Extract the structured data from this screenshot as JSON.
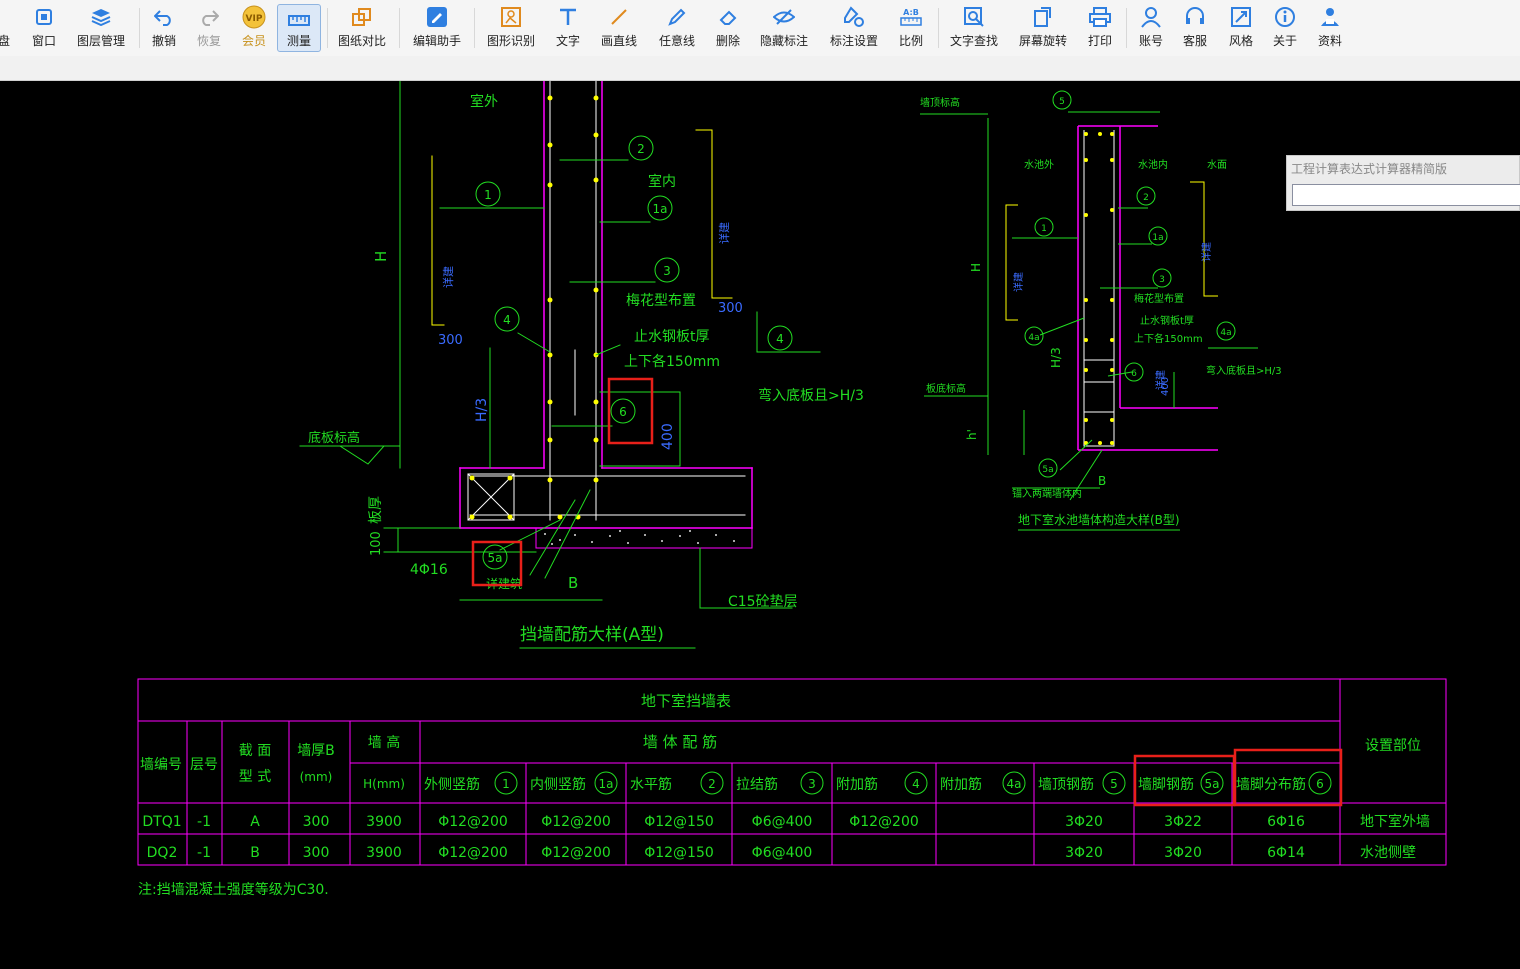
{
  "toolbar": {
    "items": [
      {
        "label": "盘",
        "icon": "disk-icon"
      },
      {
        "label": "窗口",
        "icon": "window-icon"
      },
      {
        "label": "图层管理",
        "icon": "layers-icon"
      },
      {
        "label": "撤销",
        "icon": "undo-icon"
      },
      {
        "label": "恢复",
        "icon": "redo-icon"
      },
      {
        "label": "会员",
        "icon": "vip-icon"
      },
      {
        "label": "测量",
        "icon": "measure-icon"
      },
      {
        "label": "图纸对比",
        "icon": "compare-icon"
      },
      {
        "label": "编辑助手",
        "icon": "edit-assistant-icon"
      },
      {
        "label": "图形识别",
        "icon": "shape-recognize-icon"
      },
      {
        "label": "文字",
        "icon": "text-icon"
      },
      {
        "label": "画直线",
        "icon": "line-icon"
      },
      {
        "label": "任意线",
        "icon": "freehand-icon"
      },
      {
        "label": "删除",
        "icon": "eraser-icon"
      },
      {
        "label": "隐藏标注",
        "icon": "hide-mark-icon"
      },
      {
        "label": "标注设置",
        "icon": "mark-settings-icon"
      },
      {
        "label": "比例",
        "icon": "scale-icon"
      },
      {
        "label": "文字查找",
        "icon": "text-search-icon"
      },
      {
        "label": "屏幕旋转",
        "icon": "rotate-screen-icon"
      },
      {
        "label": "打印",
        "icon": "print-icon"
      },
      {
        "label": "账号",
        "icon": "account-icon"
      },
      {
        "label": "客服",
        "icon": "headset-icon"
      },
      {
        "label": "风格",
        "icon": "style-icon"
      },
      {
        "label": "关于",
        "icon": "info-icon"
      },
      {
        "label": "资料",
        "icon": "materials-icon"
      }
    ],
    "vip_badge": "VIP",
    "scale_badge_top": "A:B",
    "active": "测量",
    "accent": "#2f7fe0"
  },
  "calculator": {
    "title": "工程计算表达式计算器精简版",
    "value": ""
  },
  "drawing_a": {
    "labels": {
      "outside": "室外",
      "inside": "室内",
      "plum": "梅花型布置",
      "waterstop1": "止水钢板t厚",
      "waterstop2": "上下各150mm",
      "bend": "弯入底板且>H/3",
      "floor_elev": "底板标高",
      "slab": "板厚",
      "bars": "4Φ16",
      "cushion": "C15砼垫层",
      "title": "挡墙配筋大样(A型)",
      "h": "H",
      "h3": "H/3",
      "d400": "400",
      "d300a": "300",
      "d300b": "300",
      "d100": "100",
      "b": "B",
      "scrap1": "详建筑",
      "scrap2": "详建",
      "scrap3": "详建"
    },
    "circles": [
      "1",
      "2",
      "1a",
      "3",
      "4",
      "4",
      "6",
      "5a"
    ]
  },
  "drawing_b": {
    "labels": {
      "top_elev": "墙顶标高",
      "water_outside": "水池外",
      "water_inside": "水池内",
      "water_surface": "水面",
      "plum": "梅花型布置",
      "waterstop1": "止水钢板t厚",
      "waterstop2": "上下各150mm",
      "bend": "弯入底板且>H/3",
      "base_elev": "板底标高",
      "anchor": "锚入两端墙体内",
      "title": "地下室水池墙体构造大样(B型)",
      "h": "H",
      "h3": "H/3",
      "hp": "h'",
      "d400": "400",
      "b": "B",
      "side1": "详建",
      "side2": "详建",
      "side3": "详建"
    },
    "circles": [
      "5",
      "2",
      "1",
      "1a",
      "3",
      "4a",
      "4a",
      "6",
      "5a"
    ]
  },
  "table": {
    "title": "地下室挡墙表",
    "headers": {
      "wall_no": "墙编号",
      "floor": "层号",
      "section1": "截 面",
      "section2": "型 式",
      "thick1": "墙厚B",
      "thick2": "(mm)",
      "height1": "墙 高",
      "height2": "H(mm)",
      "rebar": "墙 体 配 筋",
      "location": "设置部位"
    },
    "sub_headers": [
      {
        "label": "外侧竖筋",
        "circle": "1"
      },
      {
        "label": "内侧竖筋",
        "circle": "1a"
      },
      {
        "label": "水平筋",
        "circle": "2"
      },
      {
        "label": "拉结筋",
        "circle": "3"
      },
      {
        "label": "附加筋",
        "circle": "4"
      },
      {
        "label": "附加筋",
        "circle": "4a"
      },
      {
        "label": "墙顶钢筋",
        "circle": "5"
      },
      {
        "label": "墙脚钢筋",
        "circle": "5a"
      },
      {
        "label": "墙脚分布筋",
        "circle": "6"
      }
    ],
    "rows": [
      {
        "wall": "DTQ1",
        "floor": "-1",
        "type": "A",
        "thick": "300",
        "height": "3900",
        "cells": [
          "Φ12@200",
          "Φ12@200",
          "Φ12@150",
          "Φ6@400",
          "Φ12@200",
          "",
          "3Φ20",
          "3Φ22",
          "6Φ16"
        ],
        "location": "地下室外墙"
      },
      {
        "wall": "DQ2",
        "floor": "-1",
        "type": "B",
        "thick": "300",
        "height": "3900",
        "cells": [
          "Φ12@200",
          "Φ12@200",
          "Φ12@150",
          "Φ6@400",
          "",
          "",
          "3Φ20",
          "3Φ20",
          "6Φ14"
        ],
        "location": "水池侧壁"
      }
    ]
  },
  "note": "注:挡墙混凝土强度等级为C30.",
  "colors": {
    "background": "#000000",
    "green": "#22dd22",
    "magenta": "#ff00ff",
    "white": "#ffffff",
    "yellow": "#ffff00",
    "blue": "#3a6bff",
    "highlight": "#e8201a"
  }
}
